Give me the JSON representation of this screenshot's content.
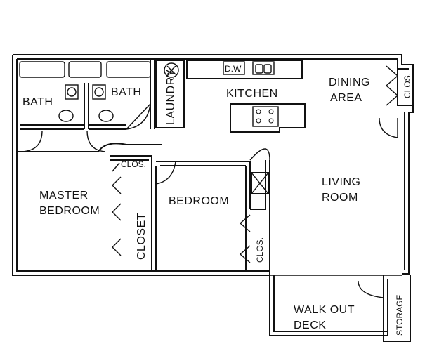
{
  "plan": {
    "rooms": {
      "bath_left": "BATH",
      "bath_right": "BATH",
      "laundry": "LAUNDRY",
      "kitchen": "KITCHEN",
      "dining_line1": "DINING",
      "dining_line2": "AREA",
      "clos_dining": "CLOS.",
      "master_line1": "MASTER",
      "master_line2": "BEDROOM",
      "clos_small": "CLOS.",
      "closet": "CLOSET",
      "bedroom": "BEDROOM",
      "clos_bedroom": "CLOS.",
      "living_line1": "LIVING",
      "living_line2": "ROOM",
      "deck_line1": "WALK OUT",
      "deck_line2": "DECK",
      "storage": "STORAGE"
    },
    "appliances": {
      "dishwasher": "D.W"
    }
  }
}
